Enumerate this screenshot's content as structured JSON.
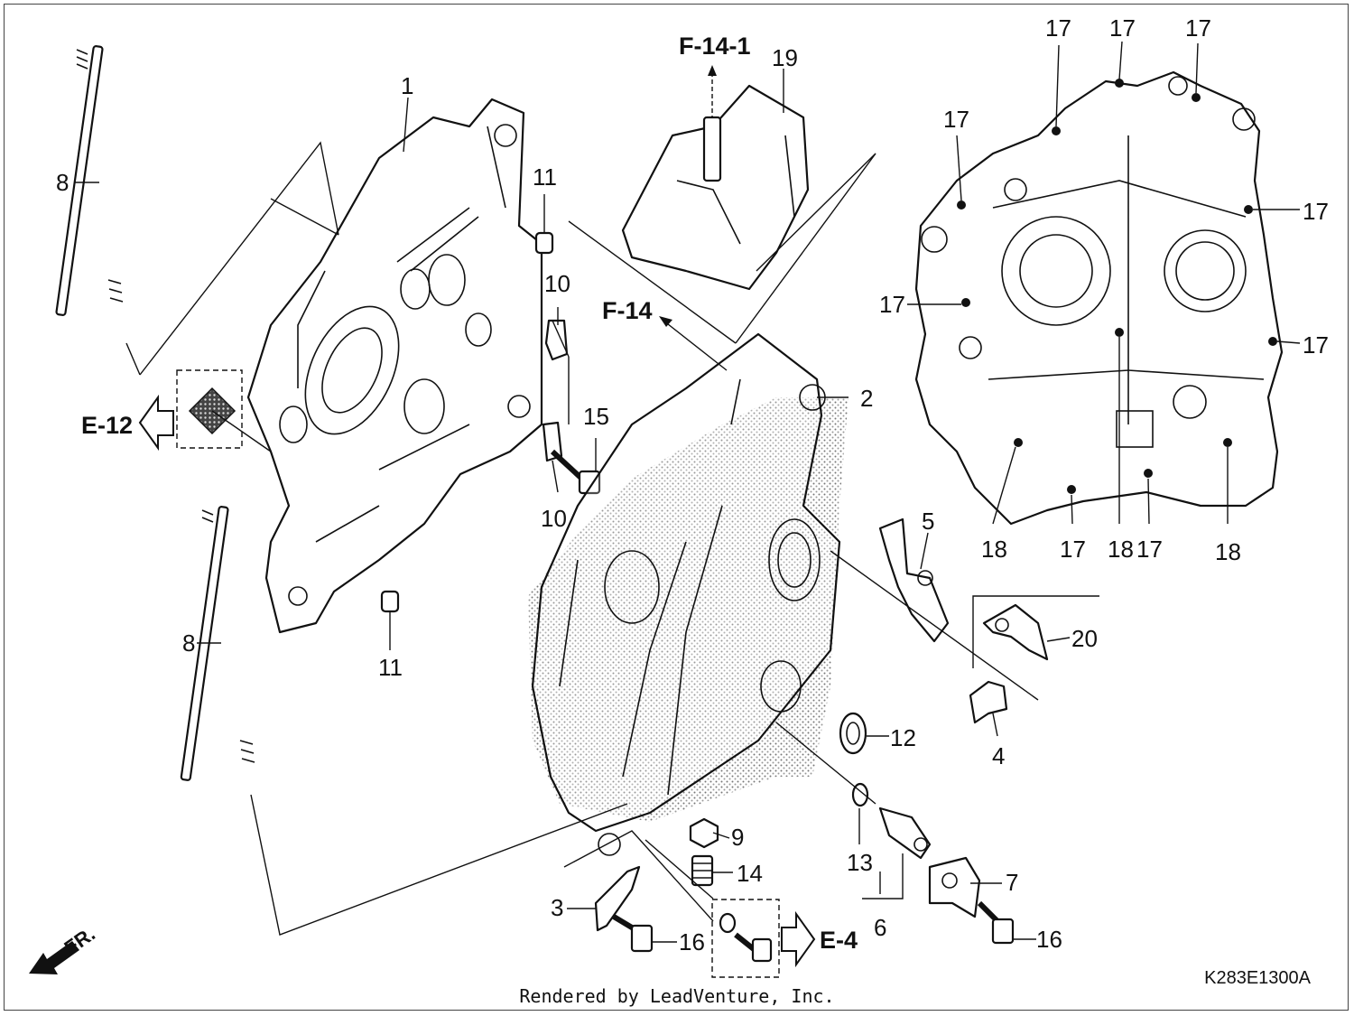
{
  "diagram": {
    "drawing_code": "K283E1300A",
    "credit": "Rendered by LeadVenture, Inc.",
    "front_indicator": "FR.",
    "references": {
      "e12": "E-12",
      "e4": "E-4",
      "f14": "F-14",
      "f141": "F-14-1"
    },
    "callouts": {
      "c1": "1",
      "c2": "2",
      "c3": "3",
      "c4": "4",
      "c5": "5",
      "c6": "6",
      "c7": "7",
      "c8a": "8",
      "c8b": "8",
      "c9": "9",
      "c10a": "10",
      "c10b": "10",
      "c11a": "11",
      "c11b": "11",
      "c12": "12",
      "c13": "13",
      "c14": "14",
      "c15": "15",
      "c16a": "16",
      "c16b": "16",
      "c17a": "17",
      "c17b": "17",
      "c17c": "17",
      "c17d": "17",
      "c17e": "17",
      "c17f": "17",
      "c17g": "17",
      "c17h": "17",
      "c17i": "17",
      "c18a": "18",
      "c18b": "18",
      "c18c": "18",
      "c19": "19",
      "c20": "20"
    }
  }
}
